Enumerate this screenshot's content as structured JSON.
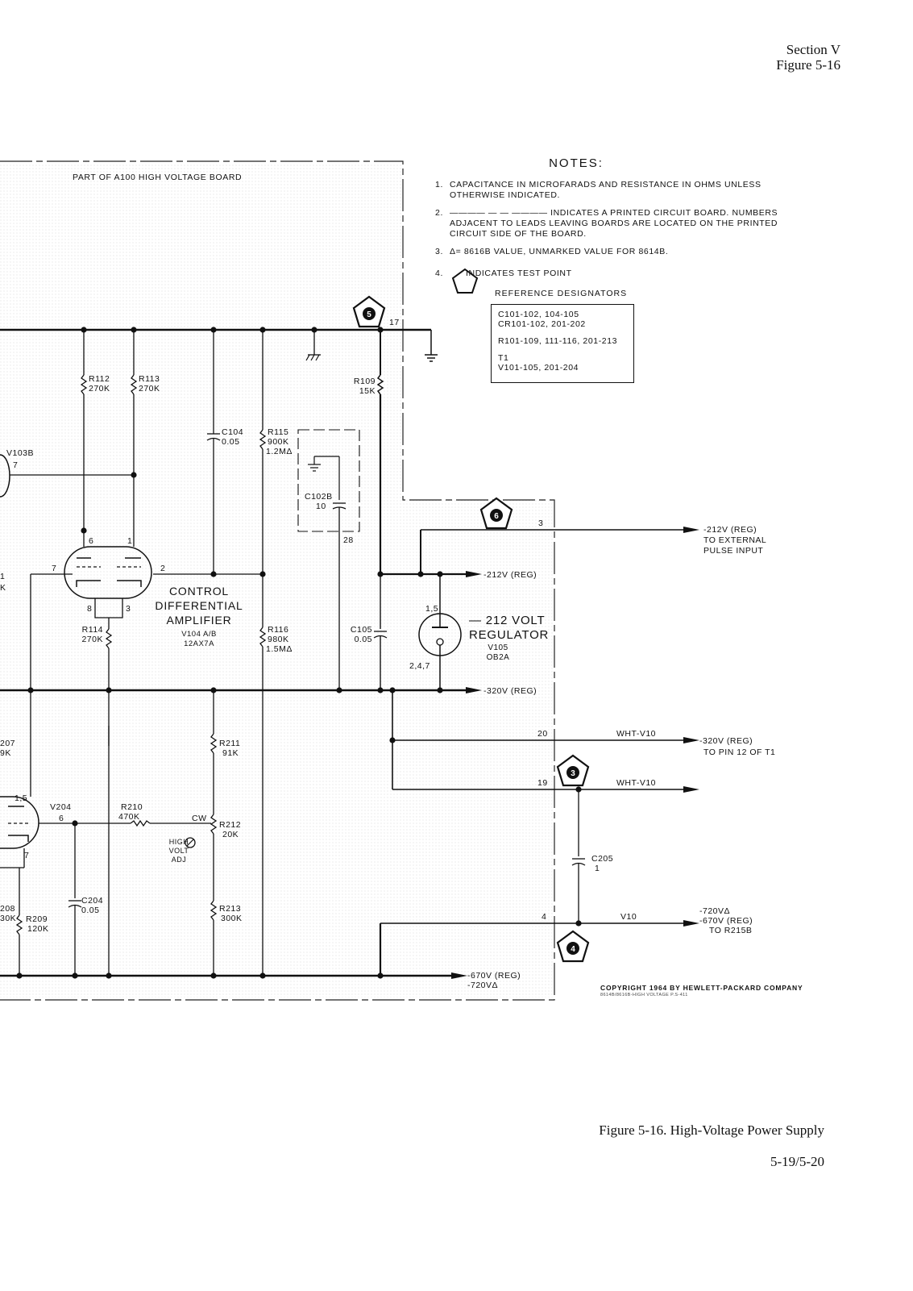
{
  "header": {
    "section": "Section V",
    "figure": "Figure 5-16"
  },
  "board_label": "PART OF A100 HIGH VOLTAGE BOARD",
  "notes": {
    "title": "NOTES:",
    "items": [
      {
        "num": "1.",
        "text": "CAPACITANCE IN MICROFARADS AND RESISTANCE IN OHMS UNLESS OTHERWISE INDICATED."
      },
      {
        "num": "2.",
        "text": "———— — — ———— INDICATES A PRINTED CIRCUIT BOARD. NUMBERS ADJACENT TO LEADS LEAVING BOARDS ARE LOCATED ON THE PRINTED CIRCUIT SIDE OF THE BOARD."
      },
      {
        "num": "3.",
        "text": "Δ= 8616B VALUE, UNMARKED VALUE FOR 8614B."
      },
      {
        "num": "4.",
        "text": "INDICATES TEST POINT"
      }
    ],
    "refdes_heading": "REFERENCE DESIGNATORS",
    "refdes": [
      [
        "C101-102, 104-105",
        "CR101-102, 201-202"
      ],
      [
        "R101-109, 111-116, 201-213"
      ],
      [
        "T1",
        "V101-105, 201-204"
      ]
    ]
  },
  "components": {
    "r112": [
      "R112",
      "270K"
    ],
    "r113": [
      "R113",
      "270K"
    ],
    "r109": [
      "R109",
      "15K"
    ],
    "c104": [
      "C104",
      "0.05"
    ],
    "r115": [
      "R115",
      "900K",
      "1.2MΔ"
    ],
    "c102b": [
      "C102B",
      "10"
    ],
    "v103b": "V103B",
    "v103b_pin": "7",
    "control_amp": [
      "CONTROL",
      "DIFFERENTIAL",
      "AMPLIFIER",
      "V104 A/B",
      "12AX7A"
    ],
    "r114": [
      "R114",
      "270K"
    ],
    "r116": [
      "R116",
      "980K",
      "1.5MΔ"
    ],
    "c105": [
      "C105",
      "0.05"
    ],
    "v105": [
      "— 212 VOLT",
      "REGULATOR",
      "V105",
      "OB2A"
    ],
    "v105_pins": [
      "1,5",
      "2,4,7"
    ],
    "r207": [
      "207",
      "9K"
    ],
    "v204": "V204",
    "v204_pins": [
      "1,5",
      "6",
      "7"
    ],
    "r210": [
      "R210",
      "470K"
    ],
    "cw": "CW",
    "high_volt_adj": [
      "HIGH",
      "VOLT",
      "ADJ"
    ],
    "r211": [
      "R211",
      "91K"
    ],
    "r212": [
      "R212",
      "20K"
    ],
    "r213": [
      "R213",
      "300K"
    ],
    "r208": [
      "208",
      "30K"
    ],
    "r209": [
      "R209",
      "120K"
    ],
    "c204": [
      "C204",
      "0.05"
    ],
    "c205": [
      "C205",
      "1"
    ],
    "left_partial": [
      "1",
      "K"
    ]
  },
  "pins": {
    "p17": "17",
    "p28": "28",
    "p3": "3",
    "p20": "20",
    "p19": "19",
    "p4": "4",
    "tube6": "6",
    "tube1": "1",
    "tube7": "7",
    "tube2": "2",
    "tube8": "8",
    "tube3": "3"
  },
  "test_points": [
    "5",
    "6",
    "3",
    "4"
  ],
  "signals": {
    "ext_pulse": [
      "-212V (REG)",
      "TO EXTERNAL",
      "PULSE INPUT"
    ],
    "reg212": "-212V (REG)",
    "reg320": "-320V (REG)",
    "ti_pin12": [
      "-320V (REG)",
      "TO PIN 12 OF T1"
    ],
    "wht_v10_a": "WHT-V10",
    "wht_v10_b": "WHT-V10",
    "v10": "V10",
    "r215b": [
      "-720VΔ",
      "-670V (REG)",
      "TO R215B"
    ],
    "bottom_bus": [
      "-670V (REG)",
      "-720VΔ"
    ]
  },
  "copyright": "COPYRIGHT 1964 BY HEWLETT-PACKARD COMPANY",
  "copyright_sub": "8614B/8616B-HIGH VOLTAGE P.S-411",
  "caption": "Figure 5-16.  High-Voltage Power Supply",
  "page_number": "5-19/5-20"
}
